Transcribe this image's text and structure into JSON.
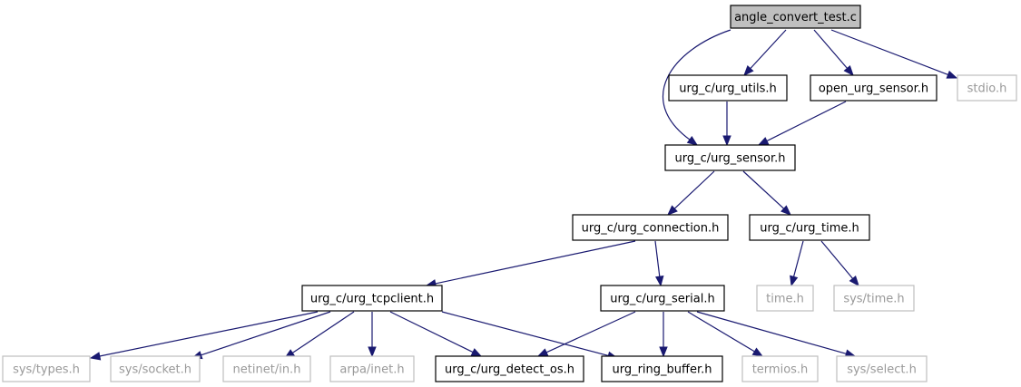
{
  "diagram": {
    "nodes": [
      {
        "id": "angle_convert_test",
        "label": "angle_convert_test.c",
        "kind": "root"
      },
      {
        "id": "urg_utils",
        "label": "urg_c/urg_utils.h",
        "kind": "local"
      },
      {
        "id": "open_urg_sensor",
        "label": "open_urg_sensor.h",
        "kind": "local"
      },
      {
        "id": "stdio",
        "label": "stdio.h",
        "kind": "external"
      },
      {
        "id": "urg_sensor",
        "label": "urg_c/urg_sensor.h",
        "kind": "local"
      },
      {
        "id": "urg_connection",
        "label": "urg_c/urg_connection.h",
        "kind": "local"
      },
      {
        "id": "urg_time",
        "label": "urg_c/urg_time.h",
        "kind": "local"
      },
      {
        "id": "urg_tcpclient",
        "label": "urg_c/urg_tcpclient.h",
        "kind": "local"
      },
      {
        "id": "urg_serial",
        "label": "urg_c/urg_serial.h",
        "kind": "local"
      },
      {
        "id": "time_h",
        "label": "time.h",
        "kind": "external"
      },
      {
        "id": "sys_time",
        "label": "sys/time.h",
        "kind": "external"
      },
      {
        "id": "sys_types",
        "label": "sys/types.h",
        "kind": "external"
      },
      {
        "id": "sys_socket",
        "label": "sys/socket.h",
        "kind": "external"
      },
      {
        "id": "netinet_in",
        "label": "netinet/in.h",
        "kind": "external"
      },
      {
        "id": "arpa_inet",
        "label": "arpa/inet.h",
        "kind": "external"
      },
      {
        "id": "urg_detect_os",
        "label": "urg_c/urg_detect_os.h",
        "kind": "local"
      },
      {
        "id": "urg_ring_buffer",
        "label": "urg_ring_buffer.h",
        "kind": "local"
      },
      {
        "id": "termios",
        "label": "termios.h",
        "kind": "external"
      },
      {
        "id": "sys_select",
        "label": "sys/select.h",
        "kind": "external"
      }
    ],
    "edges": [
      {
        "from": "angle_convert_test",
        "to": "urg_sensor"
      },
      {
        "from": "angle_convert_test",
        "to": "urg_utils"
      },
      {
        "from": "angle_convert_test",
        "to": "open_urg_sensor"
      },
      {
        "from": "angle_convert_test",
        "to": "stdio"
      },
      {
        "from": "urg_utils",
        "to": "urg_sensor"
      },
      {
        "from": "open_urg_sensor",
        "to": "urg_sensor"
      },
      {
        "from": "urg_sensor",
        "to": "urg_connection"
      },
      {
        "from": "urg_sensor",
        "to": "urg_time"
      },
      {
        "from": "urg_connection",
        "to": "urg_tcpclient"
      },
      {
        "from": "urg_connection",
        "to": "urg_serial"
      },
      {
        "from": "urg_time",
        "to": "time_h"
      },
      {
        "from": "urg_time",
        "to": "sys_time"
      },
      {
        "from": "urg_tcpclient",
        "to": "sys_types"
      },
      {
        "from": "urg_tcpclient",
        "to": "sys_socket"
      },
      {
        "from": "urg_tcpclient",
        "to": "netinet_in"
      },
      {
        "from": "urg_tcpclient",
        "to": "arpa_inet"
      },
      {
        "from": "urg_tcpclient",
        "to": "urg_detect_os"
      },
      {
        "from": "urg_tcpclient",
        "to": "urg_ring_buffer"
      },
      {
        "from": "urg_serial",
        "to": "urg_detect_os"
      },
      {
        "from": "urg_serial",
        "to": "urg_ring_buffer"
      },
      {
        "from": "urg_serial",
        "to": "termios"
      },
      {
        "from": "urg_serial",
        "to": "sys_select"
      }
    ]
  },
  "colors": {
    "edge": "#191970",
    "root_fill": "#bfbfbf",
    "external_border": "#bfbfbf",
    "external_text": "#999999",
    "local_border": "#000000"
  }
}
